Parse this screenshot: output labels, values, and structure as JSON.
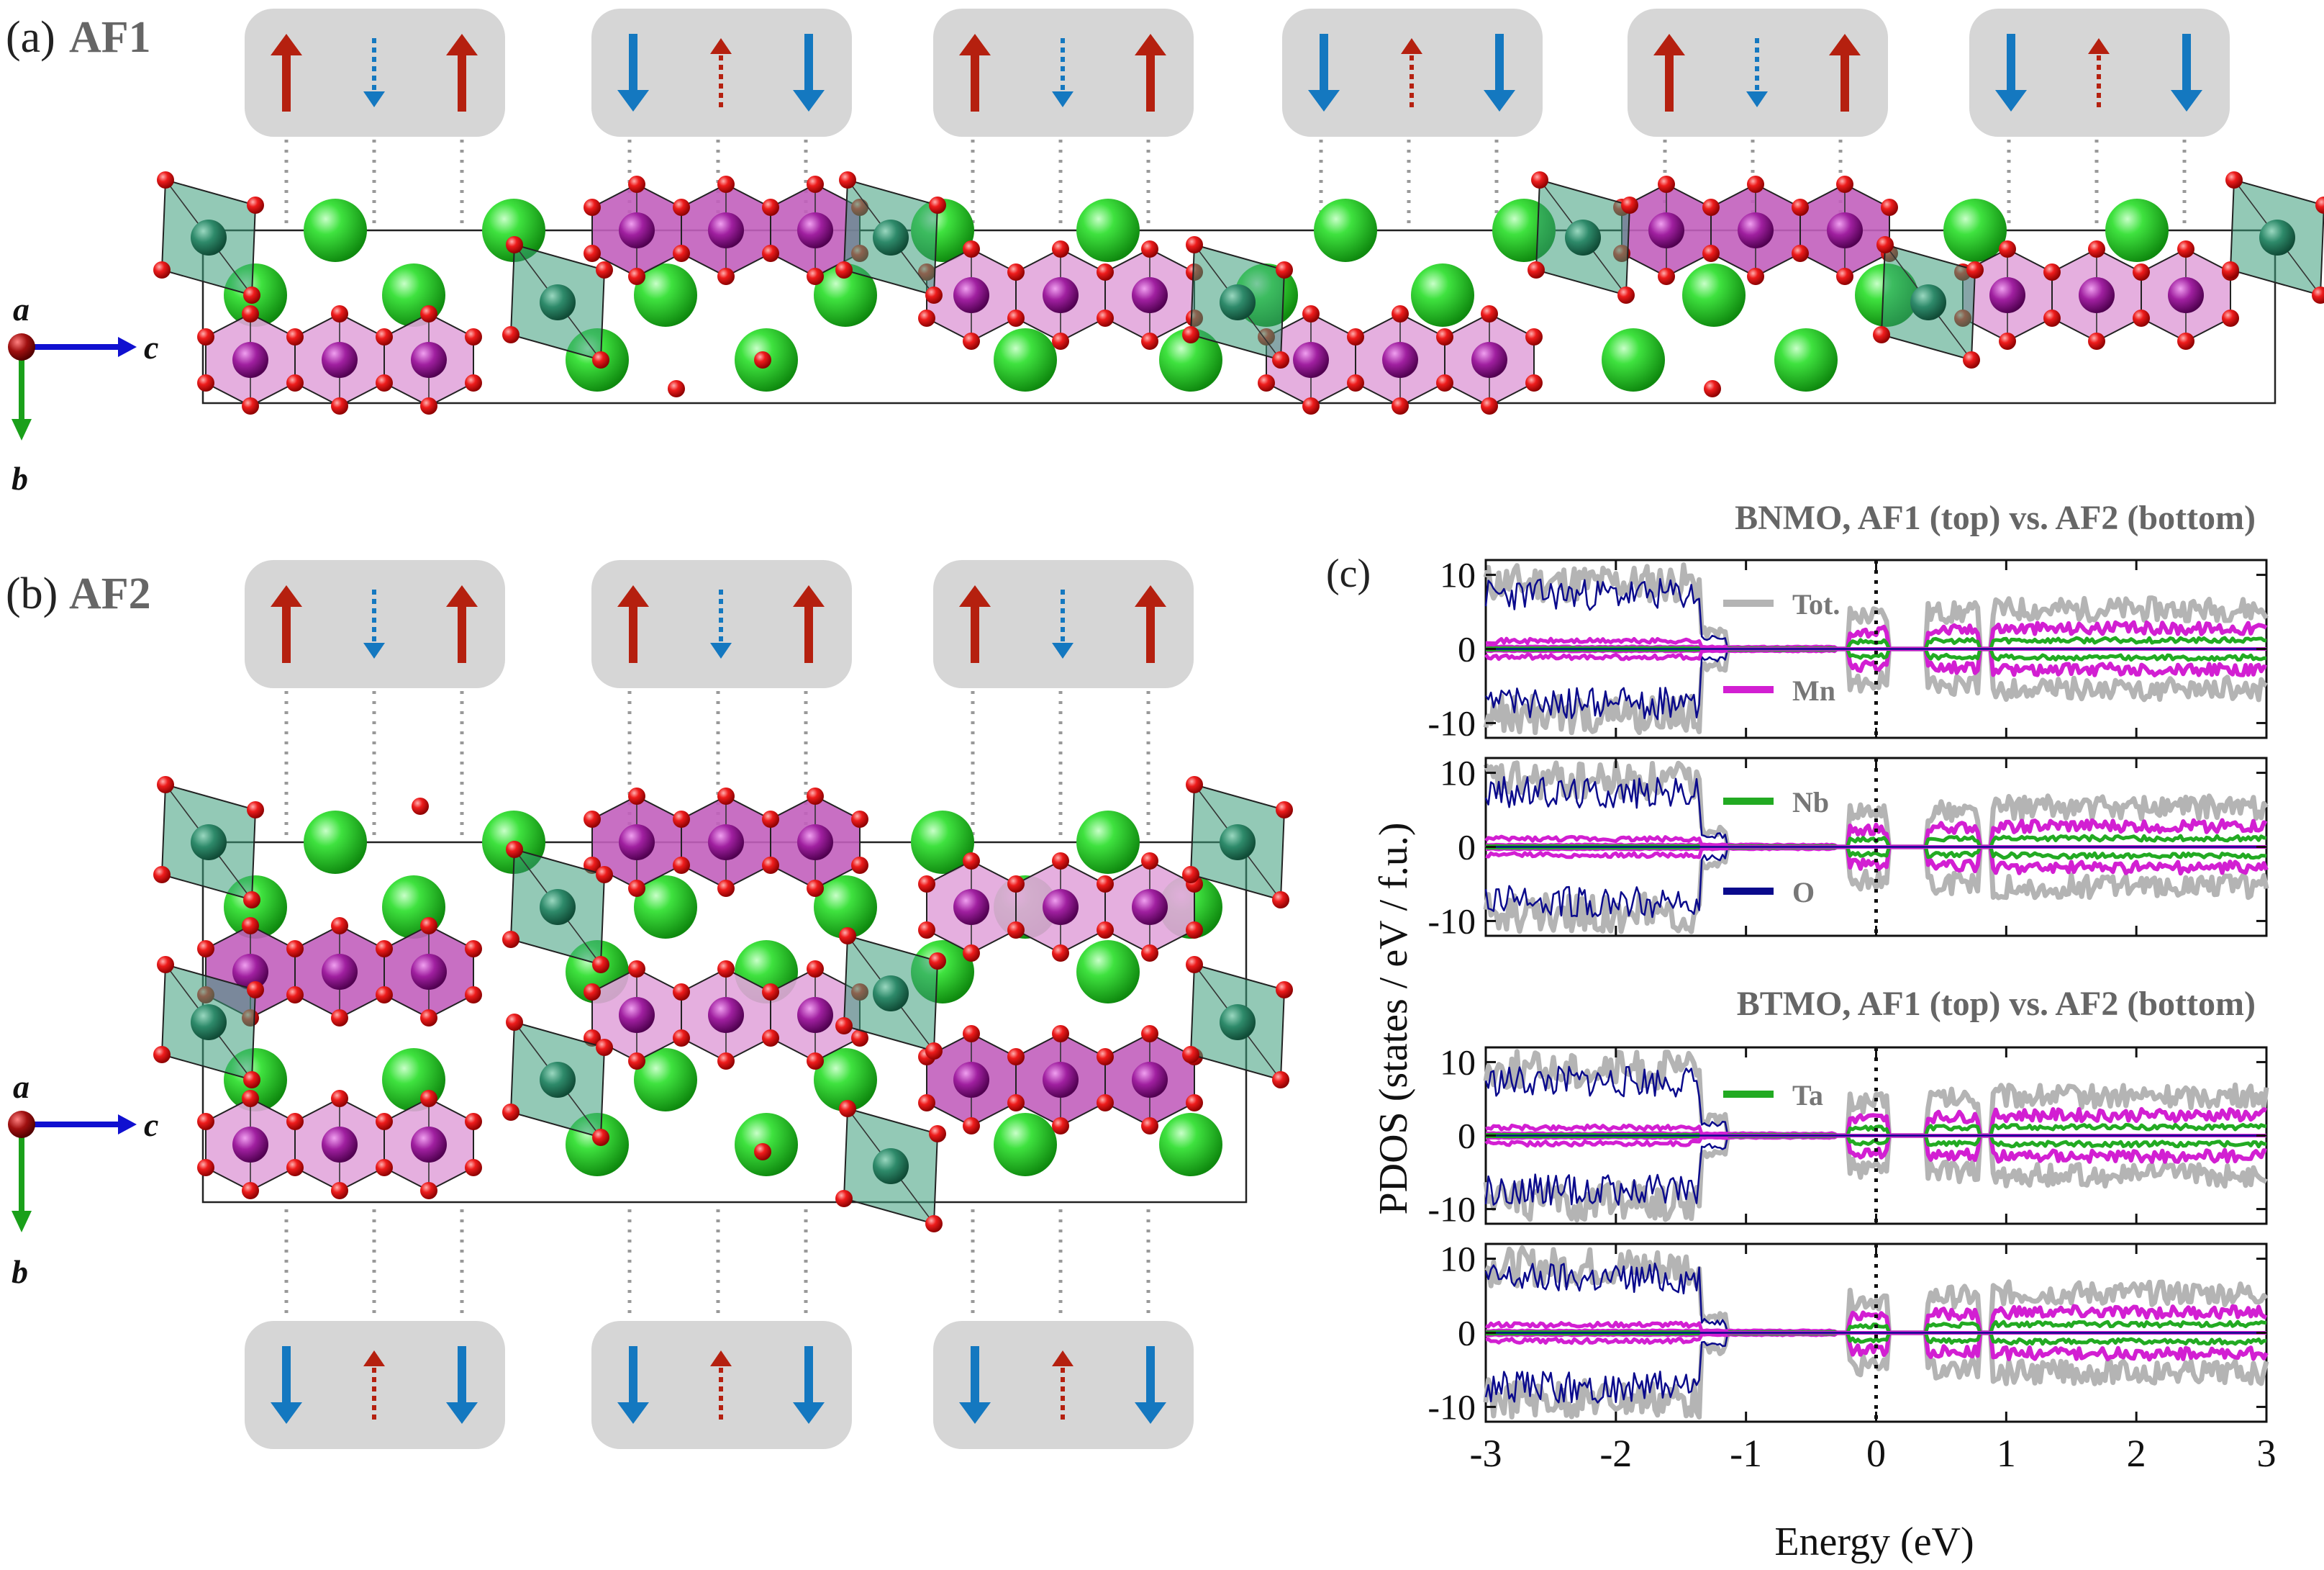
{
  "panel_a": {
    "label": "(a)",
    "title": "AF1",
    "spin_groups": [
      {
        "outer": "up",
        "middle": "down"
      },
      {
        "outer": "down",
        "middle": "up"
      },
      {
        "outer": "up",
        "middle": "down"
      },
      {
        "outer": "down",
        "middle": "up"
      },
      {
        "outer": "up",
        "middle": "down"
      },
      {
        "outer": "down",
        "middle": "up"
      }
    ]
  },
  "panel_b": {
    "label": "(b)",
    "title": "AF2",
    "spin_groups_top": [
      {
        "outer": "up",
        "middle": "down"
      },
      {
        "outer": "up",
        "middle": "down"
      },
      {
        "outer": "up",
        "middle": "down"
      }
    ],
    "spin_groups_bottom": [
      {
        "outer": "down",
        "middle": "up"
      },
      {
        "outer": "down",
        "middle": "up"
      },
      {
        "outer": "down",
        "middle": "up"
      }
    ]
  },
  "axes_labels": {
    "a": "a",
    "b": "b",
    "c": "c"
  },
  "panel_c": {
    "label": "(c)",
    "group1_title": "BNMO, AF1 (top) vs. AF2 (bottom)",
    "group2_title": "BTMO, AF1 (top) vs. AF2 (bottom)",
    "ylabel": "PDOS (states / eV / f.u.)",
    "xlabel": "Energy (eV)",
    "legend": {
      "tot": "Tot.",
      "mn": "Mn",
      "nb": "Nb",
      "o": "O",
      "ta": "Ta"
    }
  },
  "colors": {
    "spin_red": "#b5200f",
    "spin_blue": "#1478c0",
    "box_gray": "#d6d6d6",
    "octa_green": "#3a9c7a",
    "octa_pink": "#e2a6dc",
    "octa_magenta": "#c25fbd",
    "ba_green": "#1fc01f",
    "oxygen_red": "#e81010",
    "tot": "#b4b4b4",
    "mn": "#d21fd2",
    "nb": "#22aa22",
    "o": "#0a0a8c",
    "ta": "#22aa22"
  },
  "chart_data": {
    "type": "line",
    "xlim": [
      -3,
      3
    ],
    "ylim": [
      -12,
      12
    ],
    "x_ticks": [
      -3,
      -2,
      -1,
      0,
      1,
      2,
      3
    ],
    "y_ticks": [
      -10,
      0,
      10
    ],
    "fermi_level": 0,
    "panels": [
      {
        "material": "BNMO",
        "config": "AF1",
        "series": [
          "Tot.",
          "Mn",
          "Nb",
          "O"
        ]
      },
      {
        "material": "BNMO",
        "config": "AF2",
        "series": [
          "Tot.",
          "Mn",
          "Nb",
          "O"
        ]
      },
      {
        "material": "BTMO",
        "config": "AF1",
        "series": [
          "Tot.",
          "Mn",
          "Ta",
          "O"
        ]
      },
      {
        "material": "BTMO",
        "config": "AF2",
        "series": [
          "Tot.",
          "Mn",
          "Ta",
          "O"
        ]
      }
    ]
  }
}
